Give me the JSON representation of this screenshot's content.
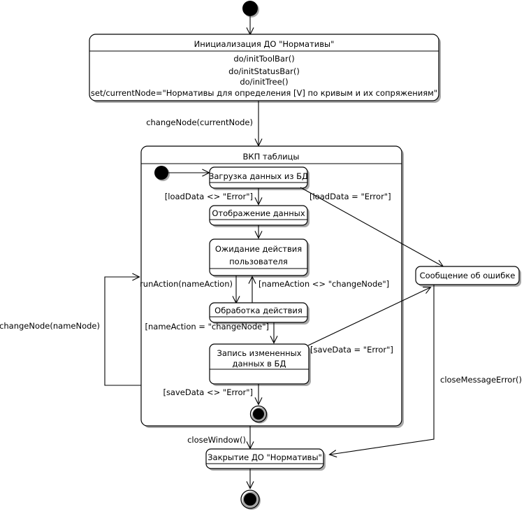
{
  "diagram": {
    "type": "uml-state-machine",
    "language": "ru",
    "title": "",
    "background": "#ffffff",
    "line_color": "#000000",
    "shadow_color": "#a8a8a8"
  },
  "states": {
    "init_do": {
      "name": "Инициализация ДО \"Нормативы\"",
      "actions": [
        "do/initToolBar()",
        "do/initStatusBar()",
        "do/initTree()",
        "set/currentNode=\"Нормативы для определения [V] по кривым и их сопряжениям\""
      ]
    },
    "composite": {
      "name": "ВКП таблицы"
    },
    "load_data": {
      "name": "Загрузка данных из БД"
    },
    "show_data": {
      "name": "Отображение данных"
    },
    "wait_action": {
      "name": "Ожидание действия",
      "name_line2": "пользователя"
    },
    "process_action": {
      "name": "Обработка действия"
    },
    "save_data": {
      "name": "Запись измененных",
      "name_line2": "данных в БД"
    },
    "error_message": {
      "name": "Сообщение об ошибке"
    },
    "close_do": {
      "name": "Закрытие ДО \"Нормативы\""
    }
  },
  "pseudostates": {
    "start_outer": {
      "kind": "initial"
    },
    "start_inner": {
      "kind": "initial"
    },
    "final_inner": {
      "kind": "final"
    },
    "final_outer": {
      "kind": "final"
    }
  },
  "transitions": [
    {
      "id": "t1",
      "label": "changeNode(currentNode)",
      "from": "init_do",
      "to": "composite"
    },
    {
      "id": "t2",
      "label": "[loadData <> \"Error\"]",
      "from": "load_data",
      "to": "show_data"
    },
    {
      "id": "t3",
      "label": "[loadData = \"Error\"]",
      "from": "load_data",
      "to": "error_message"
    },
    {
      "id": "t4",
      "label": "runAction(nameAction)",
      "from": "wait_action",
      "to": "process_action"
    },
    {
      "id": "t5",
      "label": "[nameAction <> \"changeNode\"]",
      "from": "process_action",
      "to": "wait_action"
    },
    {
      "id": "t6",
      "label": "[nameAction = \"changeNode\"]",
      "from": "process_action",
      "to": "save_data"
    },
    {
      "id": "t7",
      "label": "[saveData = \"Error\"]",
      "from": "save_data",
      "to": "error_message"
    },
    {
      "id": "t8",
      "label": "[saveData <> \"Error\"]",
      "from": "save_data",
      "to": "final_inner"
    },
    {
      "id": "t9",
      "label": "changeNode(nameNode)",
      "from": "final_inner",
      "to": "composite"
    },
    {
      "id": "t10",
      "label": "closeWindow()",
      "from": "composite",
      "to": "close_do"
    },
    {
      "id": "t11",
      "label": "closeMessageError()",
      "from": "error_message",
      "to": "close_do"
    }
  ]
}
